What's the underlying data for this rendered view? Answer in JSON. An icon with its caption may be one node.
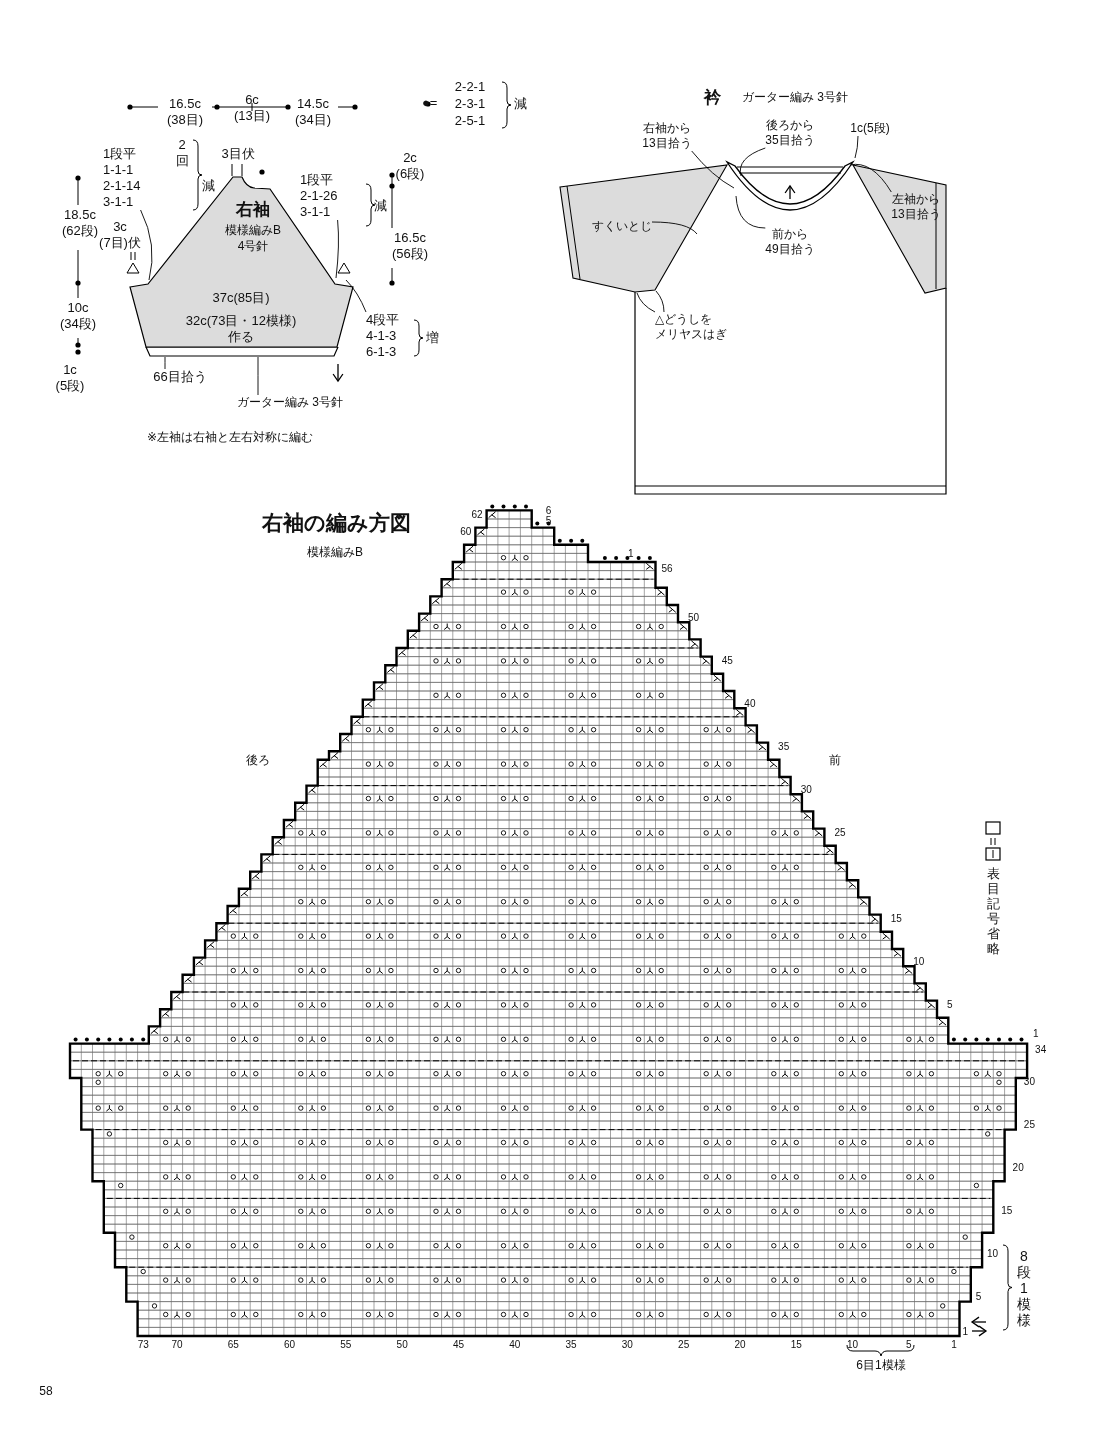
{
  "diagram": {
    "nodes": [
      {
        "text": [
          "右袖",
          "模様編みB",
          "4号針"
        ]
      },
      {
        "text": [],
        "shape": "bar"
      },
      {
        "text": [
          "66目拾う"
        ]
      },
      {
        "text": [
          "ガーター編み 3号針"
        ]
      },
      {
        "text": [
          "1段平 1-1-1 2-1-14 3-1-1"
        ]
      },
      {
        "text": [
          "1段平 2-1-26 3-1-1"
        ]
      },
      {
        "text": [
          "4段平 4-1-3 6-1-3"
        ]
      },
      {
        "text": [],
        "shape": "picture"
      },
      {
        "text": [],
        "shape": "bar",
        "in": 7
      },
      {
        "text": [
          "右袖から13目拾う"
        ]
      },
      {
        "text": [
          "後ろから35目拾う"
        ]
      },
      {
        "text": [
          "1c(5段)"
        ]
      },
      {
        "text": [
          "左袖から13目拾う"
        ],
        "in": 7
      },
      {
        "text": [
          "前から49目拾う"
        ],
        "in": 7
      },
      {
        "text": [
          "すくいとじ"
        ],
        "in": 7
      },
      {
        "text": [
          "△どうしをメリヤスはぎ"
        ],
        "in": 7
      }
    ],
    "edges": [
      {
        "from": 2,
        "to": 1,
        "arrow": "none"
      },
      {
        "from": 3,
        "to": 1,
        "arrow": "none"
      },
      {
        "from": 4,
        "to": 0,
        "arrow": "none"
      },
      {
        "from": 5,
        "to": 0,
        "arrow": "none"
      },
      {
        "from": 6,
        "to": 0,
        "arrow": "none"
      },
      {
        "from": 9,
        "to": 7,
        "arrow": "none"
      },
      {
        "from": 10,
        "to": 8,
        "arrow": "none"
      },
      {
        "from": 11,
        "to": 8,
        "arrow": "none"
      },
      {
        "from": 12,
        "to": 8,
        "arrow": "none"
      },
      {
        "from": 13,
        "to": 7,
        "arrow": "none"
      },
      {
        "from": 14,
        "to": 7,
        "arrow": "none"
      },
      {
        "from": 15,
        "to": 7,
        "arrow": "none"
      },
      {
        "from": 15,
        "to": 7,
        "arrow": "none"
      }
    ],
    "labels": [
      "16.5c (38目)",
      "6c (13目)",
      "14.5c (34目)",
      "●=",
      "2-2-1 2-3-1 2-5-1",
      "減",
      "衿",
      "ガーター編み 3号針",
      "3目伏",
      "2回",
      "減",
      "減",
      "2c (6段)",
      "18.5c (62段)",
      "3c (7目)伏",
      "16.5c (56段)",
      "10c (34段)",
      "37c(85目)",
      "32c(73目・12模様)作る",
      "増",
      "1c (5段)",
      "※左袖は右袖と左右対称に編む",
      "右袖の編み方図",
      "模様編みB",
      "62",
      "6",
      "60",
      "5",
      "1",
      "56",
      "50",
      "45",
      "40",
      "35",
      "後ろ",
      "前",
      "30",
      "25",
      "15",
      "10",
      "5",
      "1",
      "34",
      "30",
      "25",
      "20",
      "15",
      "10",
      "8段1模様",
      "5",
      "1",
      "73",
      "70",
      "65",
      "60",
      "55",
      "50",
      "45",
      "40",
      "35",
      "30",
      "25",
      "20",
      "15",
      "10",
      "5",
      "1",
      "6目1模様",
      "58"
    ],
    "legend": [
      {
        "text": "表目記号省略"
      }
    ]
  }
}
